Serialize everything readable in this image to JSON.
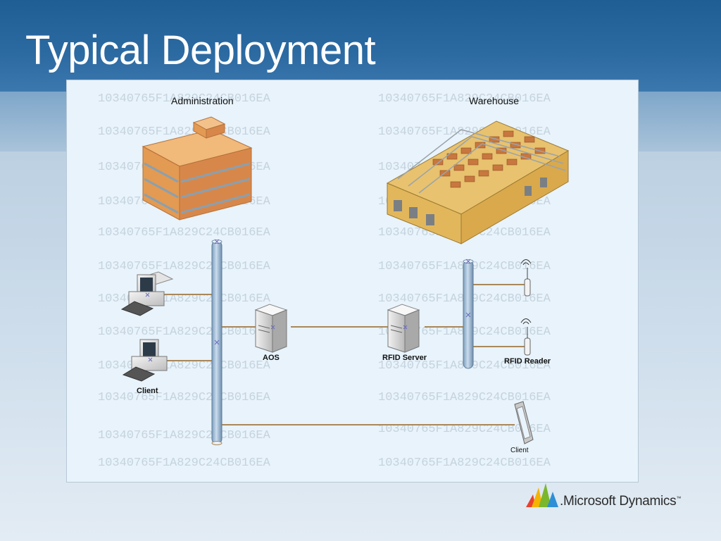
{
  "slide": {
    "title": "Typical Deployment"
  },
  "diagram": {
    "watermark": "10340765F1A829C24CB016EA",
    "labels": {
      "administration": "Administration",
      "warehouse": "Warehouse",
      "aos": "AOS",
      "rfid_server": "RFID Server",
      "rfid_reader": "RFID Reader",
      "client_left": "Client",
      "client_right": "Client"
    },
    "colors": {
      "link_line": "#a9885a",
      "bus": "#a8c4dc",
      "building": "#e9a45e",
      "warehouse_wall": "#e2b75c"
    }
  },
  "branding": {
    "logo_text": "Microsoft Dynamics",
    "logo_prefix": ".",
    "trademark": "™"
  }
}
